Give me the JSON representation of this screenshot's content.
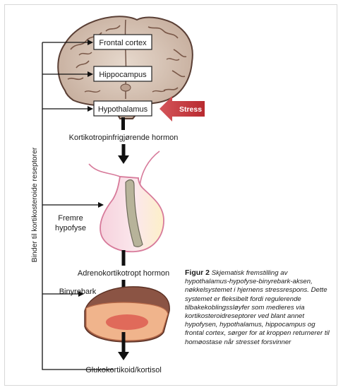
{
  "labels": {
    "frontal_cortex": "Frontal cortex",
    "hippocampus": "Hippocampus",
    "hypothalamus": "Hypothalamus",
    "stress": "Stress",
    "crh": "Kortikotropinfrigjørende hormon",
    "anterior_pituitary_line1": "Fremre",
    "anterior_pituitary_line2": "hypofyse",
    "acth": "Adrenokortikotropt hormon",
    "adrenal_cortex": "Binyrebark",
    "glucocorticoid": "Glukokortikoid/kortisol",
    "feedback": "Binder til kortikosteroide reseptorer"
  },
  "caption": {
    "figure": "Figur 2",
    "text": "Skjematisk fremstilling av hypothalamus-hypofyse-binyrebark-aksen, nøkkelsystemet i hjernens stressrespons. Dette systemet er fleksibelt fordi regulerende tilbakekoblingssløyfer som medieres via kortikosteroidreseptorer ved blant annet hypofysen, hypothalamus, hippocampus og frontal cortex, sørger for at kroppen returnerer til homøostase når stresset forsvinner"
  },
  "colors": {
    "brain_fill": "#cdb8aa",
    "brain_stroke": "#5a3f35",
    "stress_arrow": "#c83232",
    "pituitary_fill": "#f8dde4",
    "adrenal_outer": "#8b5444",
    "adrenal_inner": "#f0b48c",
    "adrenal_core": "#e06a5a"
  }
}
